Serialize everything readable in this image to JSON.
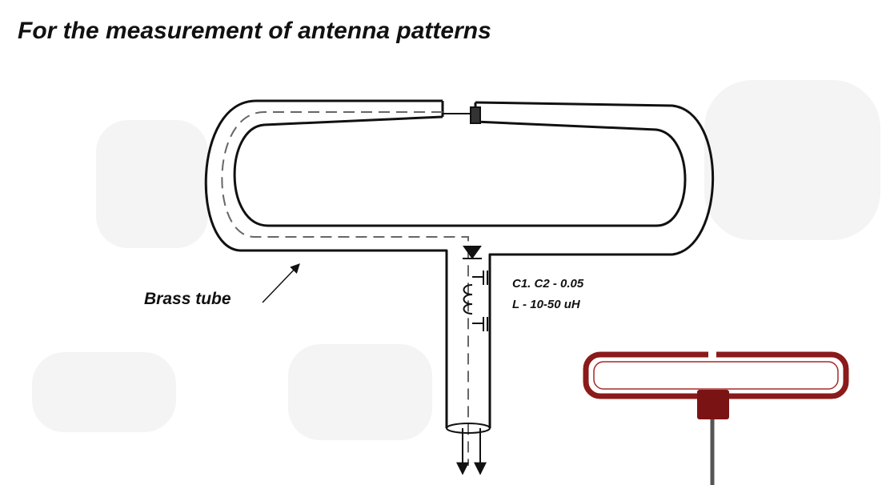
{
  "title": "For the measurement of antenna patterns",
  "labels": {
    "brass_tube": "Brass tube",
    "components_line1": "C1. C2 -  0.05",
    "components_line2": "L - 10-50 uH"
  },
  "colors": {
    "ink": "#111111",
    "dashed_conductor": "#666666",
    "photo_antenna": "#8b1a1a",
    "photo_connector": "#7a1414",
    "photo_cable": "#555555",
    "faint_background": "#f3f3f3"
  },
  "icons": {
    "diode": "diode-symbol",
    "capacitor": "capacitor-symbol",
    "inductor": "inductor-coil-symbol",
    "arrow": "pointer-arrow"
  }
}
